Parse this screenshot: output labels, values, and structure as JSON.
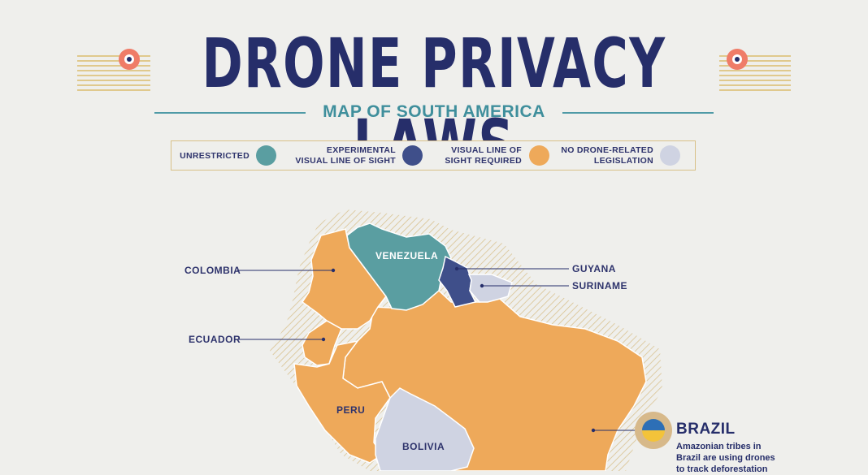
{
  "header": {
    "title": "DRONE PRIVACY LAWS",
    "subtitle": "MAP OF SOUTH AMERICA"
  },
  "legend": [
    {
      "label": "UNRESTRICTED",
      "color": "#5a9ea1"
    },
    {
      "label": "EXPERIMENTAL\nVISUAL LINE OF SIGHT",
      "color": "#3f4f8a"
    },
    {
      "label": "VISUAL LINE OF\nSIGHT REQUIRED",
      "color": "#eea95a"
    },
    {
      "label": "NO DRONE-RELATED\nLEGISLATION",
      "color": "#cfd3e2"
    }
  ],
  "countries": {
    "colombia": "COLOMBIA",
    "ecuador": "ECUADOR",
    "guyana": "GUYANA",
    "suriname": "SURINAME",
    "venezuela": "VENEZUELA",
    "peru": "PERU",
    "bolivia": "BOLIVIA"
  },
  "brazil": {
    "name": "BRAZIL",
    "desc_line1": "Amazonian tribes in",
    "desc_line2": "Brazil are using drones",
    "desc_line3": "to track deforestation"
  },
  "colors": {
    "navy": "#262e6a",
    "teal": "#5a9ea1",
    "orange": "#eea95a",
    "light": "#cfd3e2",
    "exp": "#3f4f8a",
    "coral": "#ef7c68",
    "gold": "#d8c087"
  }
}
